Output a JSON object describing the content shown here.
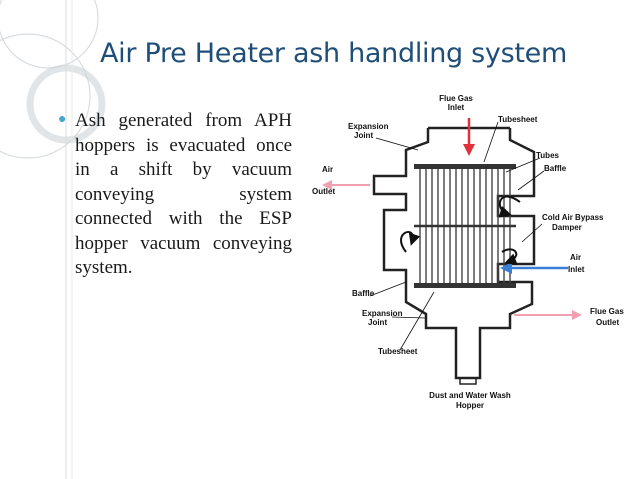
{
  "slide": {
    "title": "Air Pre Heater ash handling system",
    "bullet_text": "Ash generated from APH hoppers is evacuated once in a shift by vacuum conveying system connected with the ESP hopper vacuum conveying system."
  },
  "diagram": {
    "labels": {
      "flue_gas_inlet_1": "Flue Gas",
      "flue_gas_inlet_2": "Inlet",
      "tubesheet_top": "Tubesheet",
      "expansion_joint_top_1": "Expansion",
      "expansion_joint_top_2": "Joint",
      "tubes": "Tubes",
      "air_outlet_1": "Air",
      "air_outlet_2": "Outlet",
      "baffle_right": "Baffle",
      "cold_air_bypass_1": "Cold Air Bypass",
      "cold_air_bypass_2": "Damper",
      "air_inlet_1": "Air",
      "air_inlet_2": "Inlet",
      "baffle_left": "Baffle",
      "expansion_joint_bottom_1": "Expansion",
      "expansion_joint_bottom_2": "Joint",
      "flue_gas_outlet_1": "Flue Gas",
      "flue_gas_outlet_2": "Outlet",
      "tubesheet_bottom": "Tubesheet",
      "hopper_1": "Dust and Water Wash",
      "hopper_2": "Hopper"
    }
  },
  "colors": {
    "title": "#1f4e79",
    "bullet": "#49a6c8",
    "flue_gas_arrow": "#e0303a",
    "air_inlet_arrow": "#3a7fd6",
    "flue_gas_outlet_arrow": "#f0a0b0",
    "air_outlet_arrow": "#f0a0b0"
  }
}
